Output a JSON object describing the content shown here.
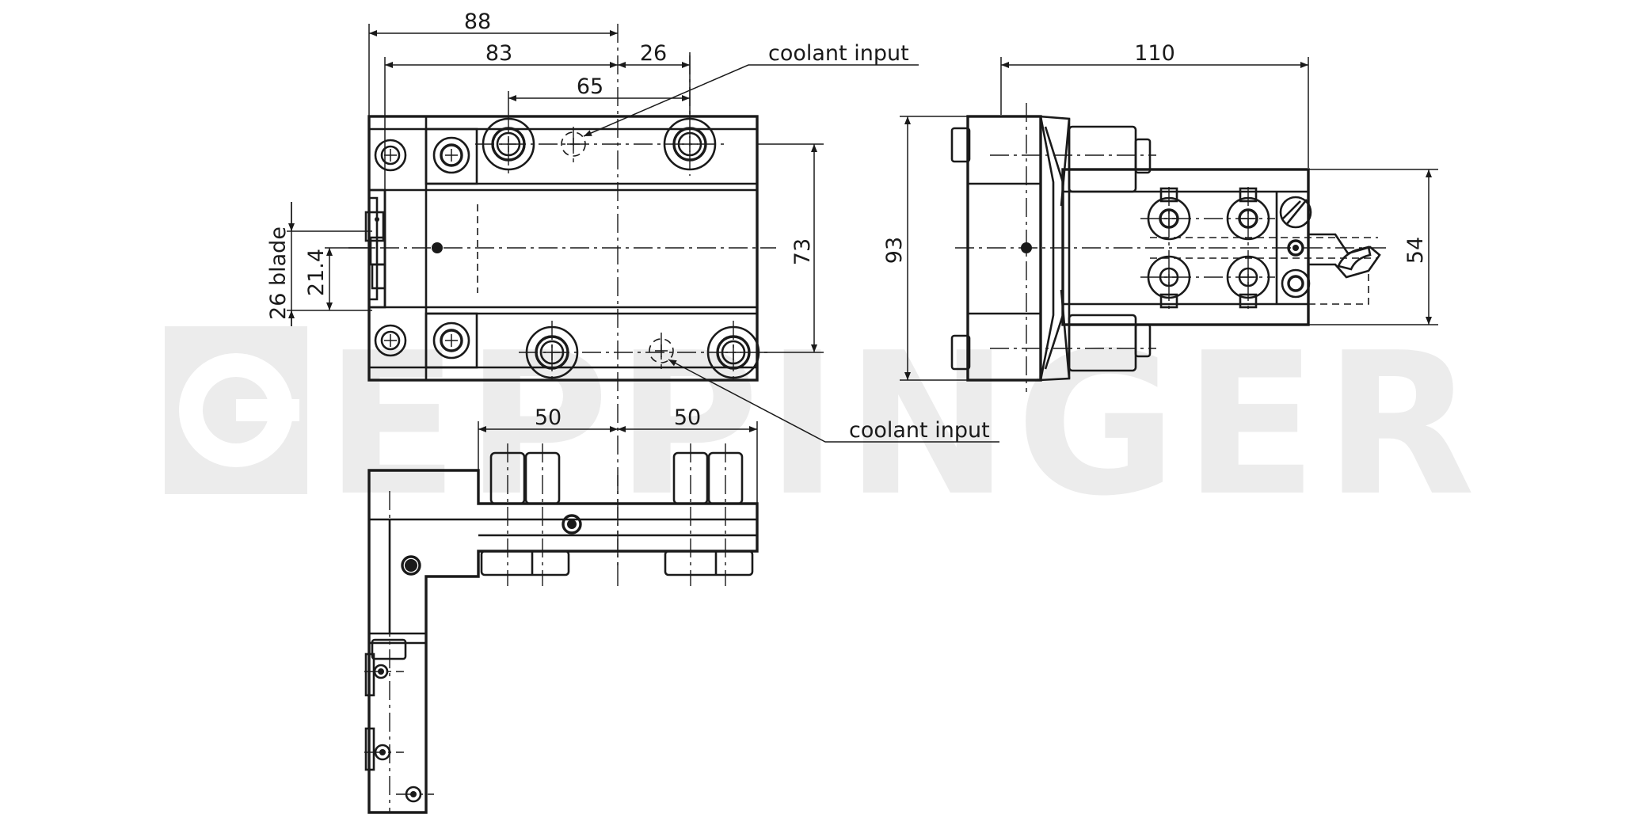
{
  "watermark": {
    "brand": "EPPINGER"
  },
  "dimensions": {
    "d88": "88",
    "d83": "83",
    "d26": "26",
    "d65": "65",
    "d73": "73",
    "d26_blade": "26 blade",
    "d21_4": "21.4",
    "d110": "110",
    "d93": "93",
    "d54": "54",
    "d50_left": "50",
    "d50_right": "50"
  },
  "callouts": {
    "coolant_top": "coolant input",
    "coolant_bottom": "coolant input"
  },
  "colors": {
    "line": "#1a1a1a",
    "watermark": "#ececec",
    "background": "#ffffff"
  }
}
